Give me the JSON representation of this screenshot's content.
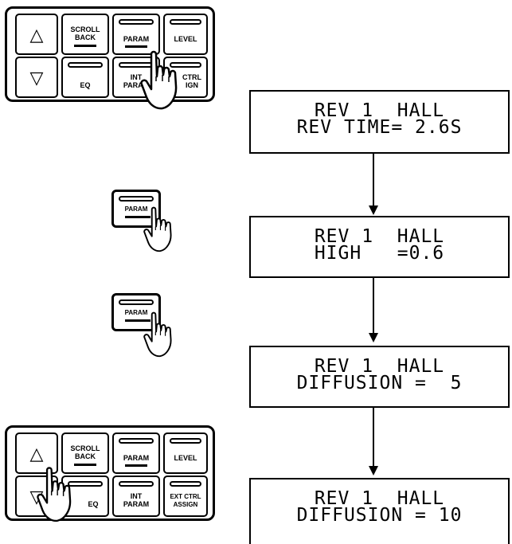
{
  "panel_top": {
    "up_glyph": "△",
    "down_glyph": "▽",
    "scroll_back": [
      "SCROLL",
      "BACK"
    ],
    "param": "PARAM",
    "level": "LEVEL",
    "eq": "EQ",
    "int_param": [
      "INT",
      "PARAM"
    ],
    "ext_ctrl_assign": [
      "CTRL",
      "IGN"
    ]
  },
  "panel_bottom": {
    "up_glyph": "△",
    "down_glyph": "▽",
    "scroll_back": [
      "SCROLL",
      "BACK"
    ],
    "param": "PARAM",
    "level": "LEVEL",
    "eq": "EQ",
    "int_param": [
      "INT",
      "PARAM"
    ],
    "ext_ctrl_assign": [
      "EXT CTRL",
      "ASSIGN"
    ]
  },
  "keys": [
    {
      "label": "PARAM"
    },
    {
      "label": "PARAM"
    }
  ],
  "displays": [
    {
      "line1": "REV 1  HALL",
      "line2": "REV TIME= 2.6S"
    },
    {
      "line1": "REV 1  HALL",
      "line2": "HIGH   =0.6"
    },
    {
      "line1": "REV 1  HALL",
      "line2": "DIFFUSION =  5"
    },
    {
      "line1": "REV 1  HALL",
      "line2": "DIFFUSION = 10"
    }
  ]
}
